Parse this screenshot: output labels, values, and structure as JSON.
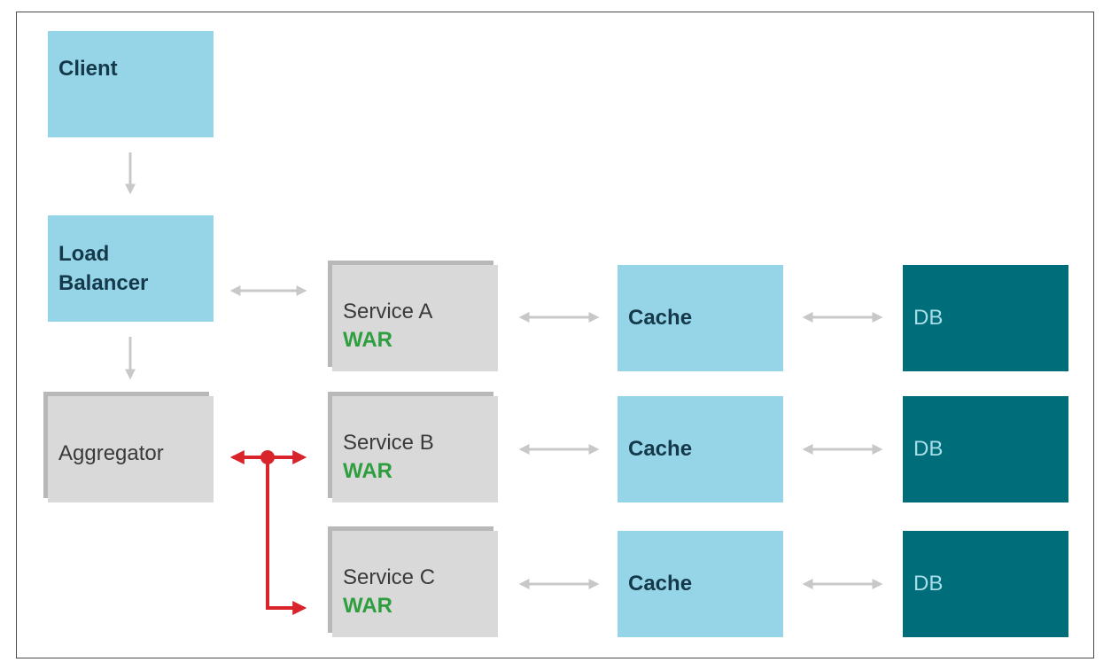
{
  "client": {
    "label": "Client"
  },
  "load_balancer": {
    "line1": "Load",
    "line2": "Balancer"
  },
  "aggregator": {
    "label": "Aggregator"
  },
  "services": [
    {
      "name": "Service A",
      "tag": "WAR"
    },
    {
      "name": "Service B",
      "tag": "WAR"
    },
    {
      "name": "Service C",
      "tag": "WAR"
    }
  ],
  "caches": [
    {
      "label": "Cache"
    },
    {
      "label": "Cache"
    },
    {
      "label": "Cache"
    }
  ],
  "dbs": [
    {
      "label": "DB"
    },
    {
      "label": "DB"
    },
    {
      "label": "DB"
    }
  ],
  "colors": {
    "light_blue": "#96d5e7",
    "teal": "#006e7a",
    "gray": "#d9d9da",
    "war_green": "#2e9e3e",
    "aggregator_link_red": "#d9242c",
    "connector_gray": "#c8c8c8"
  }
}
